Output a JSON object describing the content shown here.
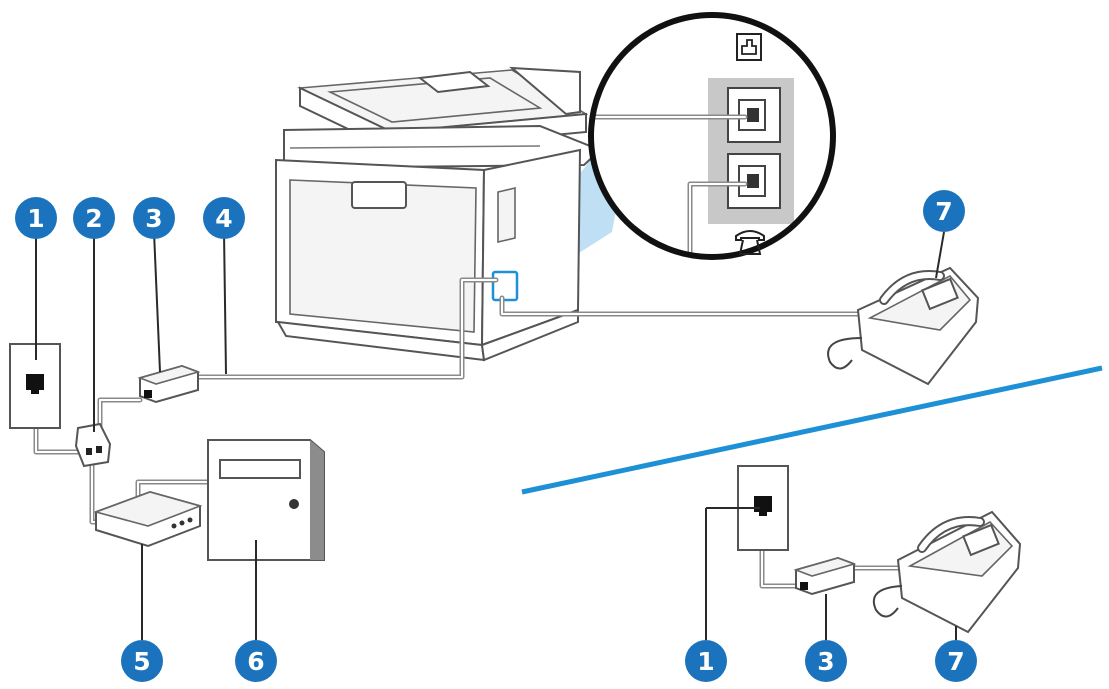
{
  "colors": {
    "callout": "#1b73bd",
    "divider": "#1e90d6",
    "beam": "#bfe0f4",
    "port_panel": "#c8c8c8",
    "cable": "#8a8a8a"
  },
  "icons": {
    "line_port": "phone-line-port-icon",
    "phone_port": "telephone-handset-icon"
  },
  "callouts": {
    "main": [
      {
        "id": "wall-jack",
        "label": "1"
      },
      {
        "id": "splitter",
        "label": "2"
      },
      {
        "id": "dsl-filter",
        "label": "3"
      },
      {
        "id": "phone-cord",
        "label": "4"
      },
      {
        "id": "dsl-modem",
        "label": "5"
      },
      {
        "id": "computer",
        "label": "6"
      },
      {
        "id": "telephone",
        "label": "7"
      }
    ],
    "inset": [
      {
        "id": "wall-jack",
        "label": "1"
      },
      {
        "id": "dsl-filter",
        "label": "3"
      },
      {
        "id": "telephone",
        "label": "7"
      }
    ]
  }
}
